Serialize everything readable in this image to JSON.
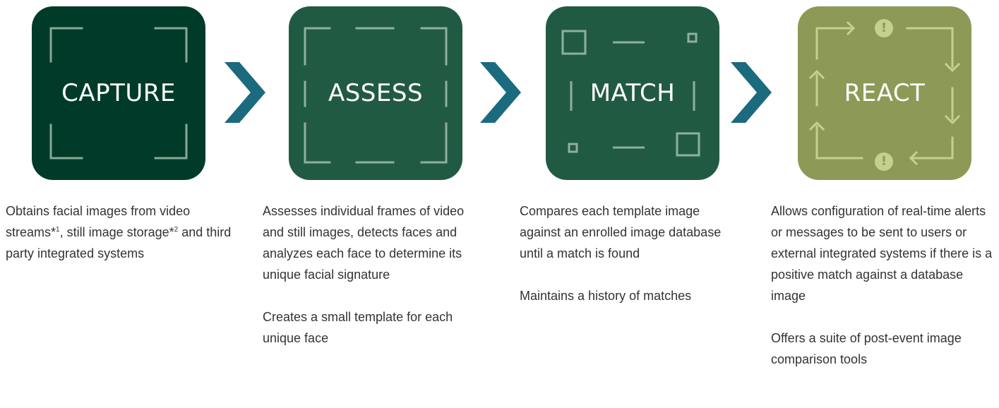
{
  "colors": {
    "capture_bg": "#003B2A",
    "assess_bg": "#215A42",
    "match_bg": "#215A42",
    "react_bg": "#8D9A57",
    "arrow": "#1B6A7E",
    "capture_line": "#88A897",
    "assess_line": "#8EB09C",
    "react_line": "#C4D18C"
  },
  "steps": [
    {
      "title": "CAPTURE",
      "icon": "corner-brackets-icon",
      "paragraphs": [
        {
          "parts": [
            {
              "text": "Obtains facial images from video streams*"
            },
            {
              "text": "1",
              "sup": true
            },
            {
              "text": ", still image storage*"
            },
            {
              "text": "2",
              "sup": true
            },
            {
              "text": " and third party integrated systems"
            }
          ]
        }
      ]
    },
    {
      "title": "ASSESS",
      "icon": "dashed-frame-icon",
      "paragraphs": [
        {
          "parts": [
            {
              "text": "Assesses individual frames of video and still images, detects faces and analyzes each face to determine its unique facial signature"
            }
          ]
        },
        {
          "parts": [
            {
              "text": "Creates a small template for each unique face"
            }
          ]
        }
      ]
    },
    {
      "title": "MATCH",
      "icon": "square-match-frame-icon",
      "paragraphs": [
        {
          "parts": [
            {
              "text": "Compares each template image against an enrolled image database until a match is found"
            }
          ]
        },
        {
          "parts": [
            {
              "text": "Maintains a history of matches"
            }
          ]
        }
      ]
    },
    {
      "title": "REACT",
      "icon": "alert-cycle-frame-icon",
      "alert_symbol": "!",
      "paragraphs": [
        {
          "parts": [
            {
              "text": "Allows configuration of real-time alerts or messages to be sent to users or external integrated systems if there is a positive match against a database image"
            }
          ]
        },
        {
          "parts": [
            {
              "text": "Offers a suite of post-event image comparison tools"
            }
          ]
        }
      ]
    }
  ],
  "connector_icon": "chevron-right-icon"
}
